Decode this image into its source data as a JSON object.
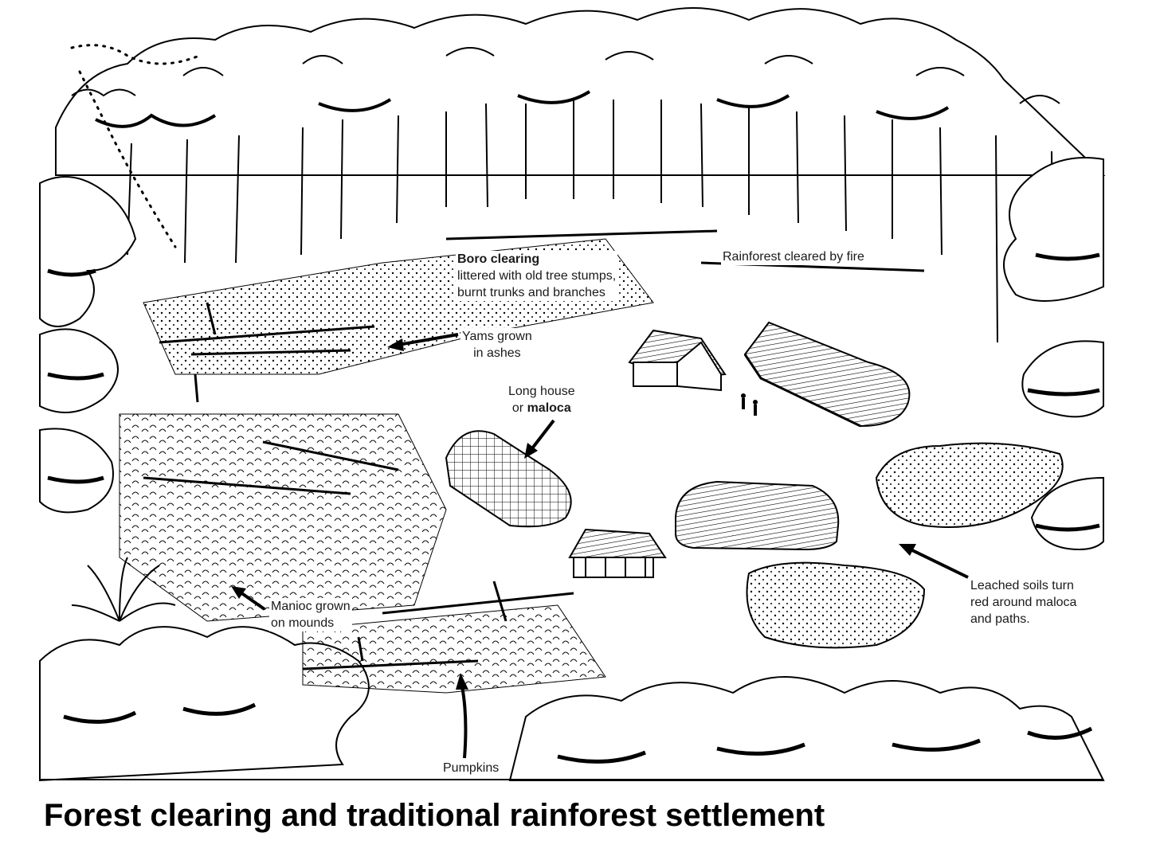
{
  "caption": "Forest clearing and traditional rainforest settlement",
  "labels": {
    "boro_clearing": {
      "bold": "Boro clearing",
      "line2": "littered with old tree stumps,",
      "line3": "burnt trunks and branches"
    },
    "rainforest_cleared": "Rainforest cleared by fire",
    "yams": {
      "line1": "Yams grown",
      "line2": "in ashes"
    },
    "long_house": {
      "line1": "Long house",
      "line2_prefix": "or ",
      "line2_bold": "maloca"
    },
    "manioc": {
      "line1": "Manioc grown",
      "line2": "on mounds"
    },
    "leached": {
      "line1": "Leached soils turn",
      "line2": "red around maloca",
      "line3": "and paths."
    },
    "pumpkins": "Pumpkins"
  },
  "colors": {
    "ink": "#000000",
    "paper": "#ffffff"
  }
}
